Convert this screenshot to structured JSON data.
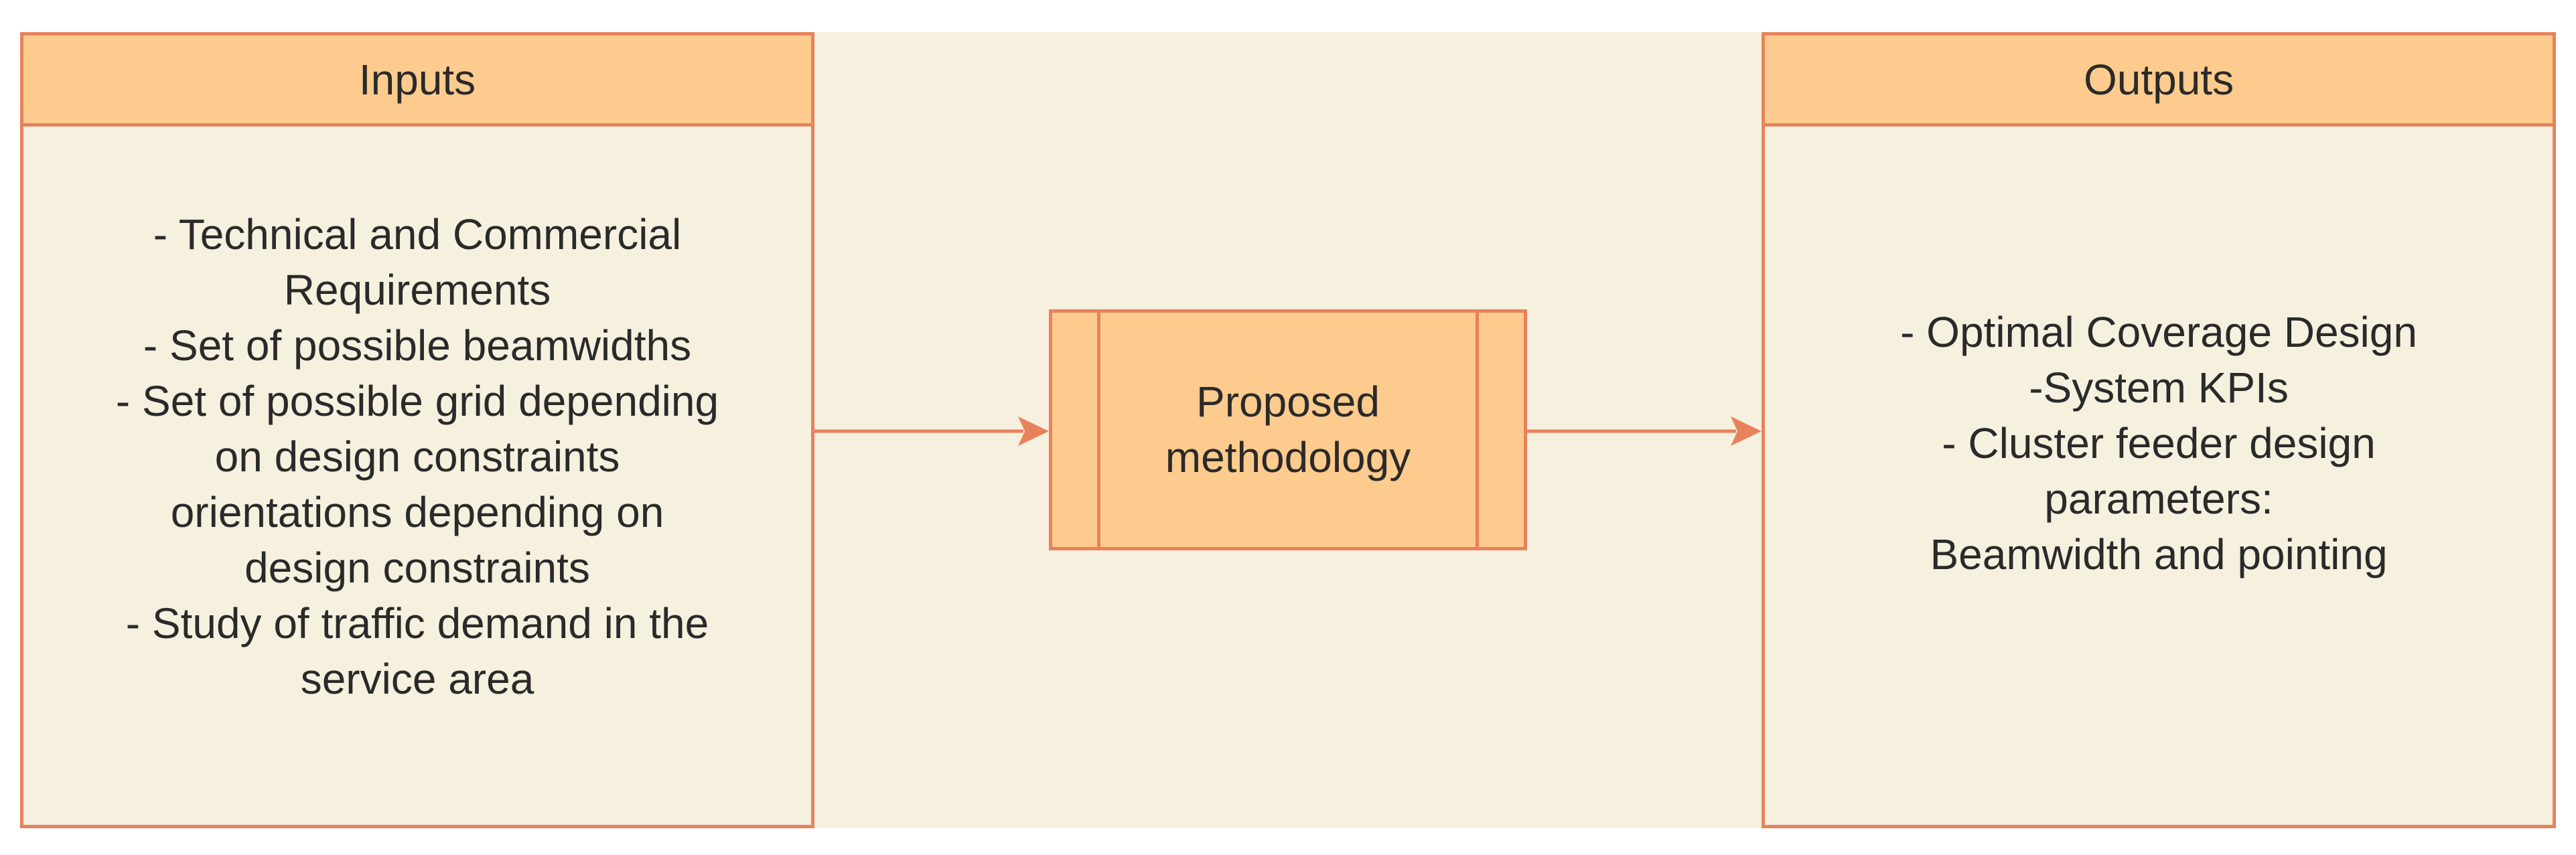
{
  "inputs": {
    "title": "Inputs",
    "lines": [
      "- Technical and Commercial",
      "Requirements",
      "- Set of possible beamwidths",
      "- Set of possible grid depending",
      "on design constraints",
      "orientations depending on",
      "design constraints",
      "- Study of traffic demand in the",
      "service area"
    ]
  },
  "process": {
    "lines": [
      "Proposed",
      "methodology"
    ]
  },
  "outputs": {
    "title": "Outputs",
    "lines": [
      "- Optimal Coverage Design",
      "-System KPIs",
      "- Cluster feeder design",
      "parameters:",
      "Beamwidth and pointing"
    ]
  },
  "colors": {
    "background": "#f6f0df",
    "header_fill": "#fdcb8d",
    "stroke": "#e8825a",
    "text": "#2a2a2a"
  }
}
